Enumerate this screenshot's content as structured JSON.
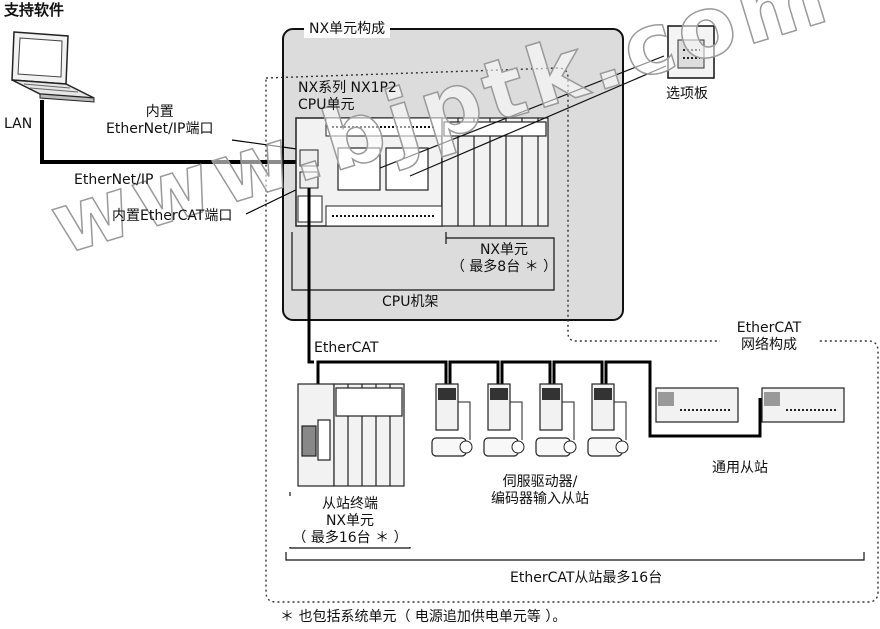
{
  "labels": {
    "support_software": "支持软件",
    "lan": "LAN",
    "builtin_ethernet_port": "内置\nEtherNet/IP端口",
    "ethernet_ip": "EtherNet/IP",
    "builtin_ethercat_port": "内置EtherCAT端口",
    "nx_unit_config": "NX单元构成",
    "cpu_model": "NX系列 NX1P2\nCPU单元",
    "option_board": "选项板",
    "nx_units": "NX单元\n（ 最多8台 ＊ ）",
    "cpu_rack": "CPU机架",
    "ethercat_network_config": "EtherCAT\n网络构成",
    "ethercat": "EtherCAT",
    "slave_terminal": "从站终端\nNX单元\n（ 最多16台 ＊ ）",
    "servo_encoder": "伺服驱动器/\n编码器输入从站",
    "general_slave": "通用从站",
    "ethercat_max_slaves": "EtherCAT从站最多16台",
    "footnote": "＊ 也包括系统单元（ 电源追加供电单元等 ）。"
  },
  "watermark": "www.bjptk.com"
}
